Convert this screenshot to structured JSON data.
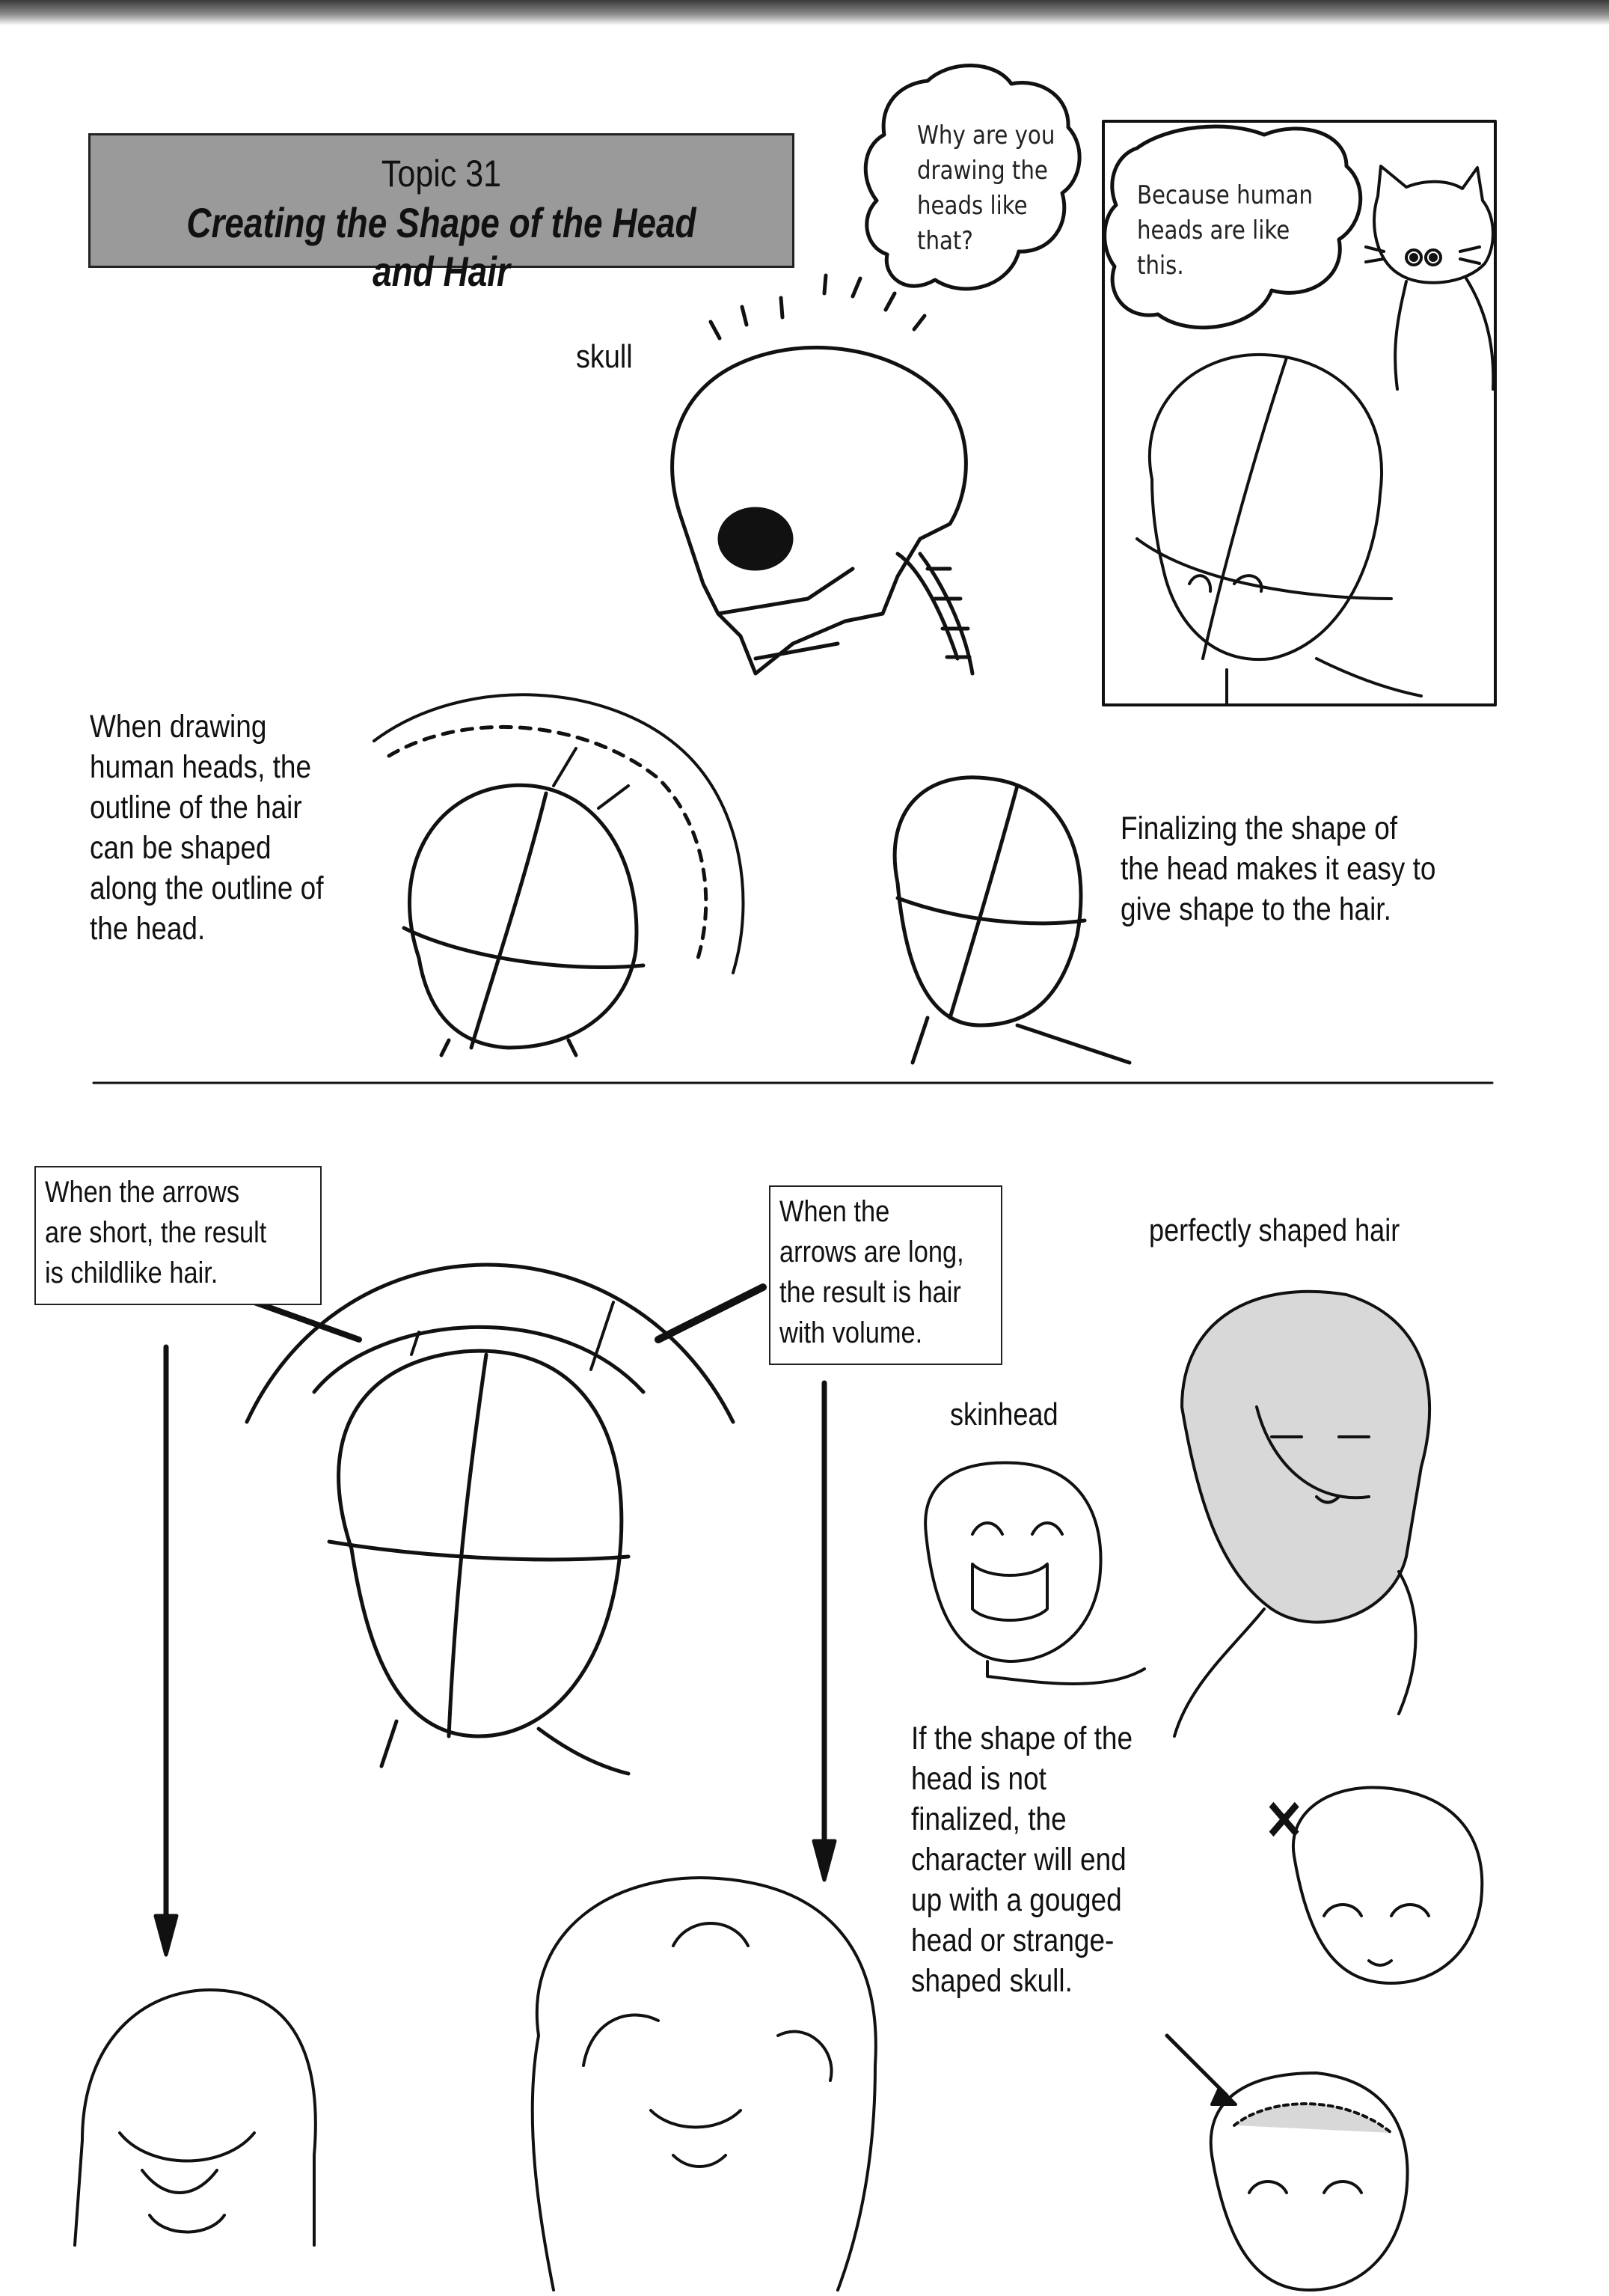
{
  "header": {
    "topic": "Topic 31",
    "title": "Creating the Shape of the Head and Hair"
  },
  "bubbles": {
    "question": [
      "Why are you",
      "drawing the",
      "heads like",
      "that?"
    ],
    "answer": [
      "Because human",
      "heads are like",
      "this."
    ]
  },
  "labels": {
    "skull": "skull",
    "perfect": "perfectly shaped hair",
    "skinhead": "skinhead",
    "wrong_mark": "✕"
  },
  "text_blocks": {
    "outline": [
      "When drawing",
      "human heads, the",
      "outline of the hair",
      "can be shaped",
      "along the outline of",
      "the head."
    ],
    "finalizing": [
      "Finalizing the shape of",
      "the head makes it easy to",
      "give shape to the hair."
    ],
    "short_arrows": [
      "When the arrows",
      "are short, the result",
      "is childlike hair."
    ],
    "long_arrows": [
      "When the",
      "arrows are long,",
      "the result is hair",
      "with volume."
    ],
    "not_finalized": [
      "If the shape of the",
      "head is not",
      "finalized, the",
      "character will end",
      "up with a gouged",
      "head or strange-",
      "shaped skull."
    ]
  },
  "colors": {
    "title_fill": "#9a9a9a",
    "ink": "#111111",
    "hair_tone": "#d8d8d8"
  }
}
